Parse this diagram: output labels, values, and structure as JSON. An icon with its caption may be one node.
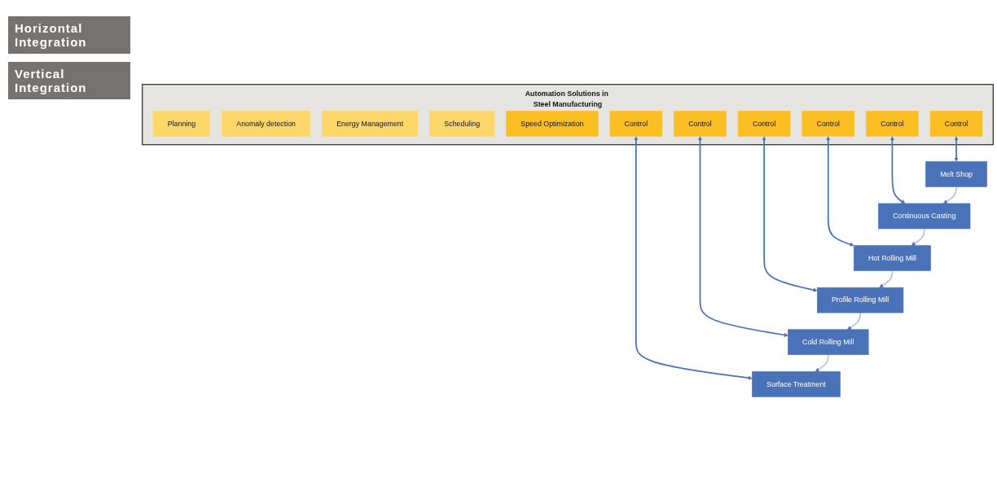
{
  "diagram": {
    "nodes": [
      {
        "text": [
          "Automation Solutions in Steel Manufacturing"
        ]
      },
      {
        "text": [
          "Planning"
        ],
        "in": 0
      },
      {
        "text": [
          "Anomaly detection"
        ],
        "in": 0
      },
      {
        "text": [
          "Energy Management"
        ],
        "in": 0
      },
      {
        "text": [
          "Scheduling"
        ],
        "in": 0
      },
      {
        "text": [
          "Speed Optimization"
        ],
        "in": 0
      },
      {
        "text": [
          "Control"
        ],
        "in": 0
      },
      {
        "text": [
          "Control"
        ],
        "in": 0
      },
      {
        "text": [
          "Control"
        ],
        "in": 0
      },
      {
        "text": [
          "Control"
        ],
        "in": 0
      },
      {
        "text": [
          "Control"
        ],
        "in": 0
      },
      {
        "text": [
          "Control"
        ],
        "in": 0
      },
      {
        "text": [
          "Melt Shop"
        ]
      },
      {
        "text": [
          "Continuous Casting"
        ]
      },
      {
        "text": [
          "Hot Rolling Mill"
        ]
      },
      {
        "text": [
          "Profile Rolling Mill"
        ]
      },
      {
        "text": [
          "Cold Rolling Mill"
        ]
      },
      {
        "text": [
          "Surface Treatment"
        ]
      }
    ],
    "edges": [
      {
        "from": 6,
        "to": 12,
        "arrow": "both"
      },
      {
        "from": 7,
        "to": 13,
        "arrow": "both"
      },
      {
        "from": 8,
        "to": 14,
        "arrow": "both"
      },
      {
        "from": 9,
        "to": 15,
        "arrow": "both"
      },
      {
        "from": 10,
        "to": 16,
        "arrow": "both"
      },
      {
        "from": 11,
        "to": 17,
        "arrow": "both"
      },
      {
        "from": 12,
        "to": 13,
        "arrow": "to",
        "color": "#b4c3e3"
      },
      {
        "from": 13,
        "to": 14,
        "arrow": "to",
        "color": "#b4c3e3"
      },
      {
        "from": 14,
        "to": 15,
        "arrow": "to",
        "color": "#b4c3e3"
      },
      {
        "from": 15,
        "to": 16,
        "arrow": "to",
        "color": "#b4c3e3"
      },
      {
        "from": 16,
        "to": 17,
        "arrow": "to",
        "color": "#b4c3e3"
      }
    ],
    "labels": [
      "Horizontal Integration",
      "Vertical Integration"
    ]
  }
}
